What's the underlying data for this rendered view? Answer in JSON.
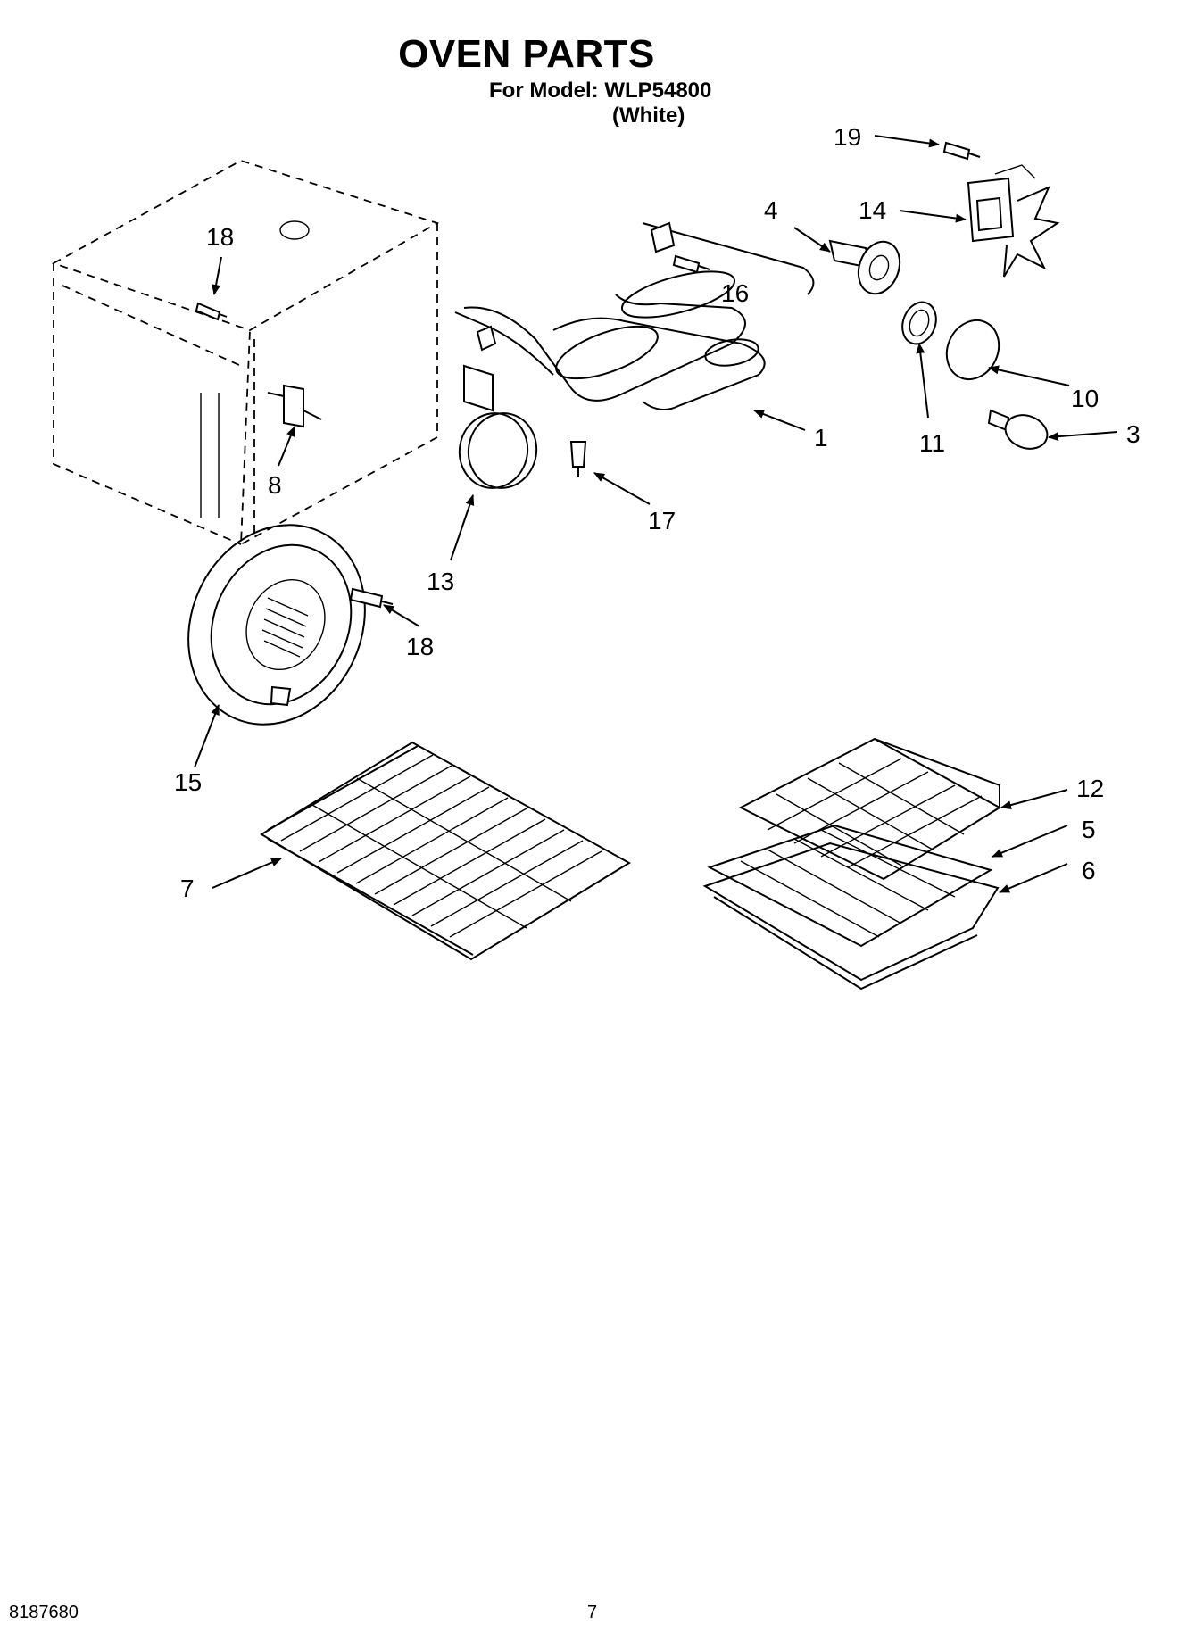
{
  "header": {
    "title": "OVEN PARTS",
    "model_line": "For Model: WLP54800",
    "color_line": "(White)"
  },
  "callouts": [
    {
      "id": "c19a",
      "label": "19"
    },
    {
      "id": "c14",
      "label": "14"
    },
    {
      "id": "c18a",
      "label": "18"
    },
    {
      "id": "c4",
      "label": "4"
    },
    {
      "id": "c16",
      "label": "16"
    },
    {
      "id": "c10",
      "label": "10"
    },
    {
      "id": "c1",
      "label": "1"
    },
    {
      "id": "c11",
      "label": "11"
    },
    {
      "id": "c3",
      "label": "3"
    },
    {
      "id": "c8",
      "label": "8"
    },
    {
      "id": "c17",
      "label": "17"
    },
    {
      "id": "c13",
      "label": "13"
    },
    {
      "id": "c18b",
      "label": "18"
    },
    {
      "id": "c15",
      "label": "15"
    },
    {
      "id": "c12",
      "label": "12"
    },
    {
      "id": "c5",
      "label": "5"
    },
    {
      "id": "c6",
      "label": "6"
    },
    {
      "id": "c7",
      "label": "7"
    }
  ],
  "footer": {
    "part_number": "8187680",
    "page_number": "7"
  }
}
